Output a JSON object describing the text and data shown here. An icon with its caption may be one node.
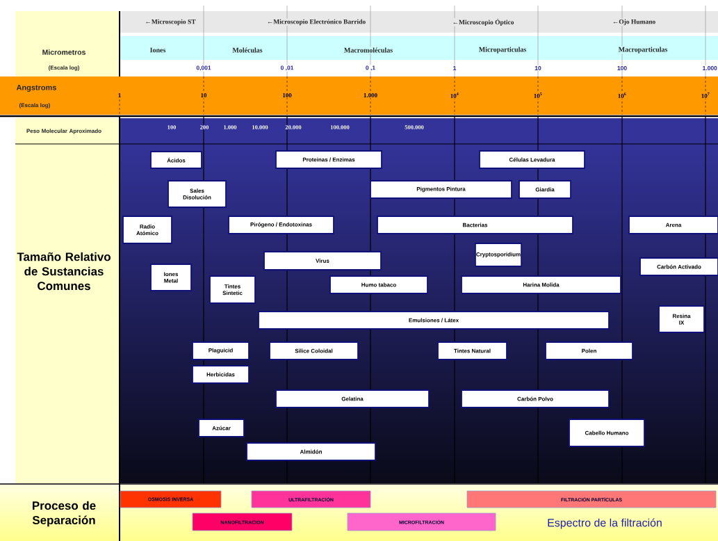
{
  "diagram": {
    "title": "Espectro de la filtración",
    "nodes": [
      {
        "text": [
          "Ácidos"
        ]
      },
      {
        "text": [
          "Proteinas / Enzimas"
        ]
      },
      {
        "text": [
          "Células Levadura"
        ]
      },
      {
        "text": [
          "Sales Disolución"
        ]
      },
      {
        "text": [
          "Pigmentos Pintura"
        ]
      },
      {
        "text": [
          "Giardia"
        ]
      },
      {
        "text": [
          "Radio Atómico"
        ]
      },
      {
        "text": [
          "Pirógeno / Endotoxinas"
        ]
      },
      {
        "text": [
          "Bacterias"
        ]
      },
      {
        "text": [
          "Arena"
        ]
      },
      {
        "text": [
          "Cryptosporidium"
        ]
      },
      {
        "text": [
          "Virus"
        ]
      },
      {
        "text": [
          "Carbón Activado"
        ]
      },
      {
        "text": [
          "Iones Metal"
        ]
      },
      {
        "text": [
          "Tintes Sintetic"
        ]
      },
      {
        "text": [
          "Humo tabaco"
        ]
      },
      {
        "text": [
          "Harina Molida"
        ]
      },
      {
        "text": [
          "Resina IX"
        ]
      },
      {
        "text": [
          "Emulsiones / Látex"
        ]
      },
      {
        "text": [
          "Plaguicid"
        ]
      },
      {
        "text": [
          "Silice Coloidal"
        ]
      },
      {
        "text": [
          "Tintes Natural"
        ]
      },
      {
        "text": [
          "Polen"
        ]
      },
      {
        "text": [
          "Herbicidas"
        ]
      },
      {
        "text": [
          "Gelatina"
        ]
      },
      {
        "text": [
          "Carbón Polvo"
        ]
      },
      {
        "text": [
          "Azúcar"
        ]
      },
      {
        "text": [
          "Cabello Humano"
        ]
      },
      {
        "text": [
          "Almidón"
        ]
      },
      {
        "text": [
          "OSMOSIS INVERSA"
        ]
      },
      {
        "text": [
          "ULTRAFILTRACIÓN"
        ]
      },
      {
        "text": [
          "FILTRACIÓN PARTÍCULAS"
        ]
      },
      {
        "text": [
          "NANOFILTRACIÓN"
        ]
      },
      {
        "text": [
          "MICROFILTRACIÓN"
        ]
      }
    ],
    "labels": [
      "←Microscopio ST",
      "←Microscopio Electrónico Barrido",
      "←Microscopio Óptico",
      "←Ojo Humano",
      "Micrometros",
      "Iones",
      "Moléculas",
      "Macromoléculas",
      "Microparticulas",
      "Macroparticulas",
      "(Escala log)",
      "0,001",
      "0 ,01",
      "0 ,1",
      "1",
      "10",
      "100",
      "1.000",
      "Angstroms",
      "1",
      "10",
      "100",
      "1.000",
      "10$^{4}$",
      "10$^{5}$",
      "10$^{6}$",
      "10$^{7}$",
      "(Escala log)",
      "Peso Molecular Aproximado",
      "100",
      "200",
      "1.000",
      "10.000",
      "20.000",
      "100.000",
      "500.000",
      "Tamaño Relativo de Sustancias Comunes",
      "Proceso de Separación"
    ]
  }
}
